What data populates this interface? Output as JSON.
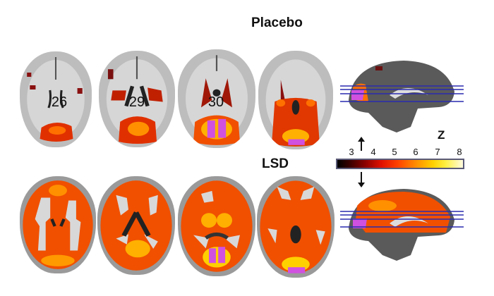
{
  "figure": {
    "groups": [
      {
        "label": "Placebo",
        "slices": [
          {
            "label": "26"
          },
          {
            "label": "29"
          },
          {
            "label": "30"
          },
          {
            "label": ""
          }
        ]
      },
      {
        "label": "LSD",
        "slices": [
          {
            "label": ""
          },
          {
            "label": ""
          },
          {
            "label": ""
          },
          {
            "label": ""
          }
        ]
      }
    ],
    "colorbar": {
      "label": "Z",
      "ticks": [
        "3",
        "4",
        "5",
        "6",
        "7",
        "8"
      ],
      "colors": {
        "low": "#000000",
        "mid": "#ff2000",
        "high": "#fffbe0"
      }
    },
    "colors": {
      "brain_gray": "#b8b8b8",
      "activation_red": "#e02a00",
      "activation_orange": "#ff7a00",
      "peak_magenta": "#d050e0",
      "slice_lines": "#2a2ab0"
    }
  }
}
